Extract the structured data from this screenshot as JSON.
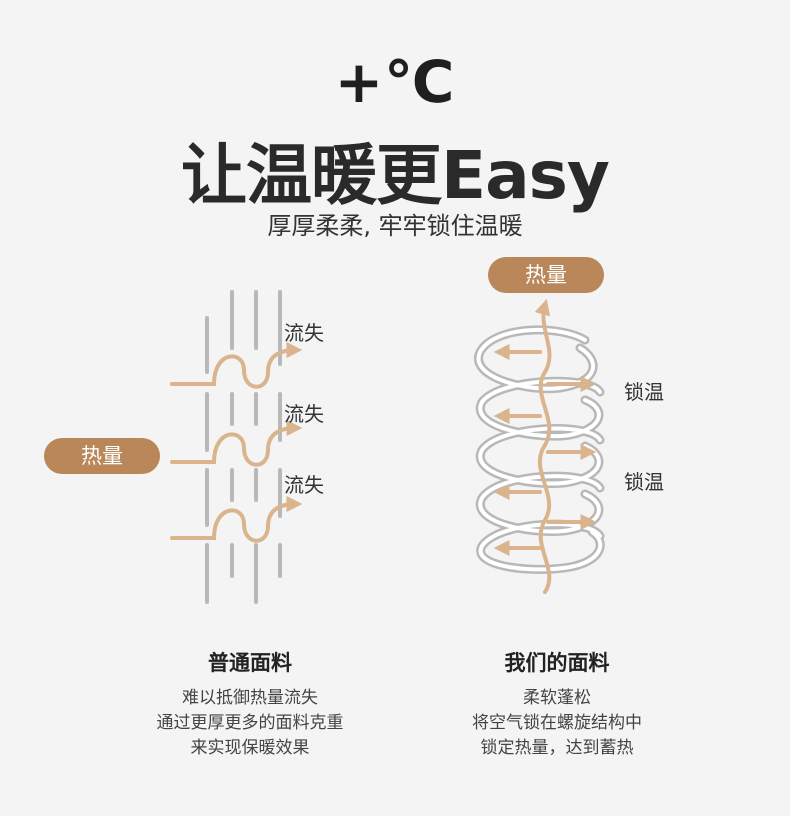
{
  "header": {
    "temp": "+℃",
    "title": "让温暖更Easy",
    "subtitle": "厚厚柔柔, 牢牢锁住温暖"
  },
  "left_panel": {
    "pill": "热量",
    "labels": [
      "流失",
      "流失",
      "流失"
    ],
    "title": "普通面料",
    "desc": [
      "难以抵御热量流失",
      "通过更厚更多的面料克重",
      "来实现保暖效果"
    ]
  },
  "right_panel": {
    "pill": "热量",
    "labels": [
      "锁温",
      "锁温"
    ],
    "title": "我们的面料",
    "desc": [
      "柔软蓬松",
      "将空气锁在螺旋结构中",
      "锁定热量，达到蓄热"
    ]
  },
  "colors": {
    "accent": "#b9875a",
    "arrow": "#d9b48c",
    "fiber": "#b8b8b8"
  }
}
